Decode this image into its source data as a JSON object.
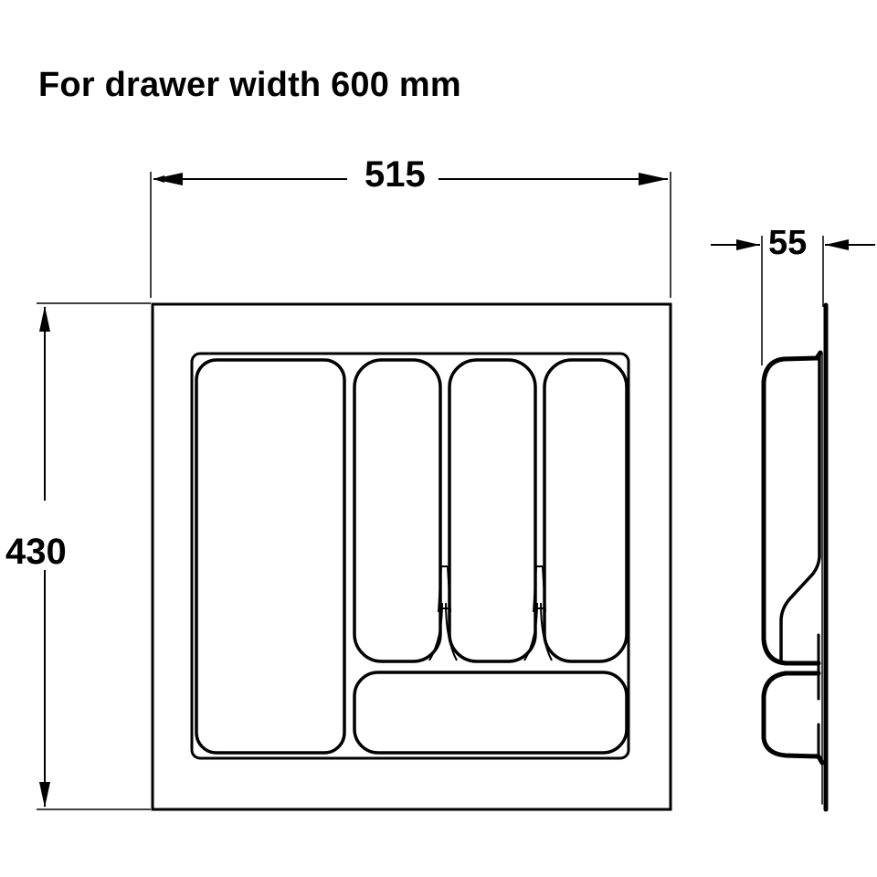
{
  "title": "For drawer width 600 mm",
  "dimensions": {
    "width": "515",
    "height": "430",
    "depth": "55"
  },
  "drawing": {
    "subject": "cutlery tray insert",
    "views": [
      "top view",
      "side section view"
    ],
    "compartments": 5,
    "line_color": "#000000",
    "background": "#ffffff"
  }
}
